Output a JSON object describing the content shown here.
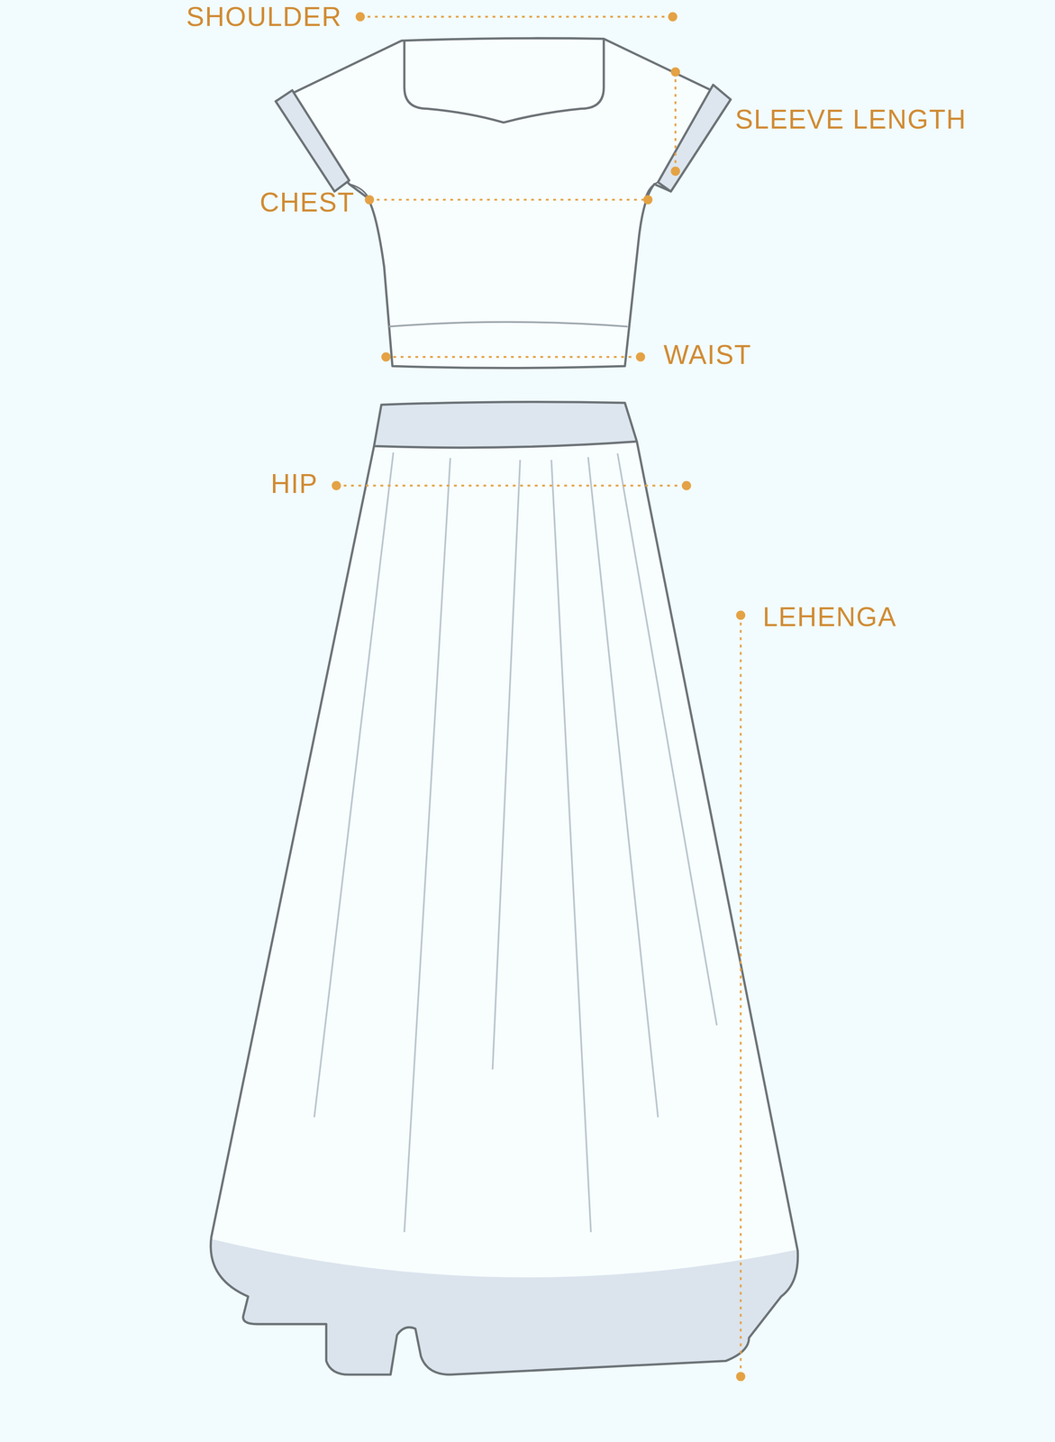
{
  "diagram": {
    "labels": [
      "SHOULDER",
      "SLEEVE LENGTH",
      "CHEST",
      "WAIST",
      "HIP",
      "LEHENGA"
    ]
  }
}
